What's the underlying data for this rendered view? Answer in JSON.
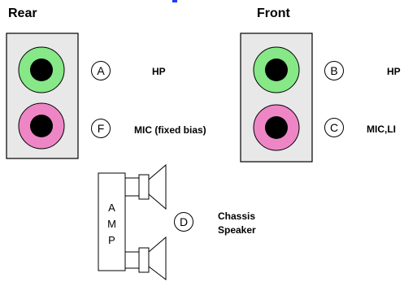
{
  "headings": {
    "rear": "Rear",
    "front": "Front"
  },
  "callouts": {
    "a": {
      "letter": "A",
      "label": "HP"
    },
    "b": {
      "letter": "B",
      "label": "HP"
    },
    "c": {
      "letter": "C",
      "label": "MIC,LI"
    },
    "d": {
      "letter": "D",
      "label_line1": "Chassis",
      "label_line2": "Speaker"
    },
    "f": {
      "letter": "F",
      "label": "MIC (fixed bias)"
    }
  },
  "amp": {
    "letters": [
      "A",
      "M",
      "P"
    ]
  },
  "colors": {
    "panel": "#e8e8e8",
    "headphone_jack": "#86e886",
    "mic_jack": "#ee86c6",
    "jack_hole": "#000000",
    "accent_blue": "#1a3cff"
  }
}
